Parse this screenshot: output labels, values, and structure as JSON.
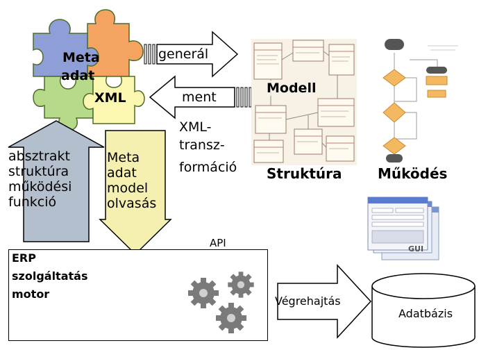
{
  "puzzle": {
    "line1": "Meta",
    "line2": "adat",
    "line3": "XML"
  },
  "generate_arrow": {
    "label": "generál"
  },
  "save_arrow": {
    "label": "ment"
  },
  "xml_transform": {
    "line1": "XML-",
    "line2": "transz-",
    "line3": "formáció"
  },
  "model": {
    "label": "Modell",
    "structure_label": "Struktúra",
    "behavior_label": "Működés"
  },
  "gui": {
    "label": "GUI"
  },
  "abstract_arrow": {
    "line1": "absztrakt",
    "line2": "struktúra",
    "line3": "működési",
    "line4": "funkció"
  },
  "metadata_arrow": {
    "line1": "Meta",
    "line2": "adat",
    "line3": "model",
    "line4": "olvasás"
  },
  "api_label": "API",
  "erp": {
    "line1": "ERP",
    "line2": "szolgáltatás",
    "line3": "motor"
  },
  "execute_arrow": {
    "label": "Végrehajtás"
  },
  "database": {
    "label": "Adatbázis"
  },
  "colors": {
    "puzzle_orange": "#f4a460",
    "puzzle_blue": "#8e9fd8",
    "puzzle_green": "#b6d98a",
    "puzzle_yellow": "#fbf7b0",
    "up_arrow": "#b4bfce",
    "down_arrow": "#f6f0b0",
    "diamond": "#f4b860"
  }
}
